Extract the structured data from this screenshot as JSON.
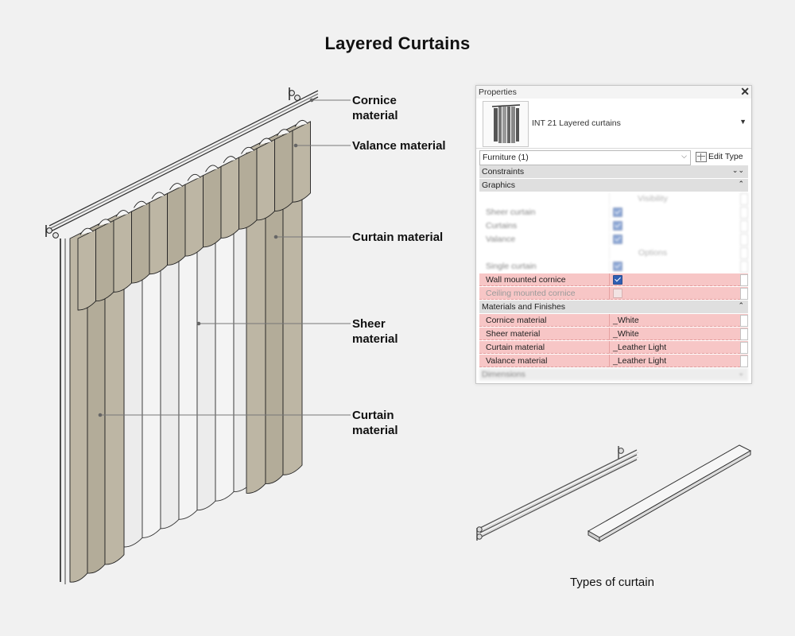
{
  "page": {
    "title": "Layered Curtains",
    "caption": "Types of curtain"
  },
  "callouts": {
    "cornice": "Cornice\nmaterial",
    "valance": "Valance material",
    "curtain_top": "Curtain material",
    "sheer": "Sheer\nmaterial",
    "curtain_bottom": "Curtain\nmaterial"
  },
  "colors": {
    "curtain_fill": "#bdb6a4",
    "sheer_fill": "#ececec",
    "highlight": "#f7c6c6",
    "checkbox_on": "#2f5fb3",
    "background": "#f1f1f1"
  },
  "properties": {
    "header": "Properties",
    "close_icon": "close-icon",
    "type_name": "INT 21 Layered curtains",
    "instance_selector": "Furniture (1)",
    "edit_type": "Edit Type",
    "sections": {
      "constraints": "Constraints",
      "graphics": "Graphics",
      "materials": "Materials and Finishes",
      "dimensions": "Dimensions"
    },
    "graphics_rows": {
      "visibility_header": "Visibility",
      "sheer_curtain": "Sheer curtain",
      "curtains": "Curtains",
      "valance": "Valance",
      "options_header": "Options",
      "single_curtain": "Single curtain",
      "wall_mounted_cornice": "Wall mounted cornice",
      "ceiling_mounted_cornice": "Ceiling mounted cornice"
    },
    "material_rows": [
      {
        "label": "Cornice material",
        "value": "_White"
      },
      {
        "label": "Sheer material",
        "value": "_White"
      },
      {
        "label": "Curtain material",
        "value": "_Leather Light"
      },
      {
        "label": "Valance material",
        "value": "_Leather Light"
      }
    ]
  }
}
